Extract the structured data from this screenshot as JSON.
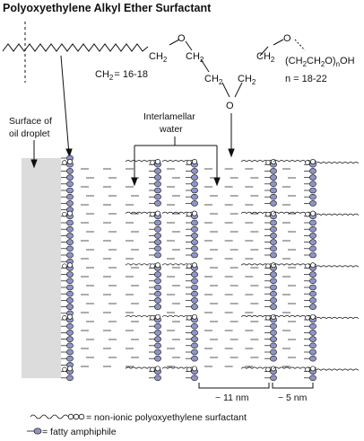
{
  "title": "Polyoxyethylene Alkyl Ether Surfactant",
  "chemistry": {
    "o_label": "O",
    "ch2_label": "CH",
    "sub2": "2",
    "ch2_count": "= 16-18",
    "repeat_left": "(CH",
    "repeat_mid": "CH",
    "repeat_right": "O)",
    "repeat_sub": "n",
    "terminal": "OH",
    "n_range": "n = 18-22"
  },
  "labels": {
    "surface_line1": "Surface of",
    "surface_line2": "oil droplet",
    "water_line1": "Interlamellar",
    "water_line2": "water",
    "dim_11": "~ 11 nm",
    "dim_5": "~ 5 nm"
  },
  "legend": [
    {
      "symbol": "non-ionic-surfactant",
      "text": "= non-ionic polyoxyethylene surfactant"
    },
    {
      "symbol": "fatty-amphiphile",
      "text": "= fatty amphiphile"
    }
  ],
  "colors": {
    "ink": "#111111",
    "oil_droplet": "#dcdcdc",
    "amphiphile_head": "#8f95c8",
    "surfactant_head": "#ffffff"
  }
}
